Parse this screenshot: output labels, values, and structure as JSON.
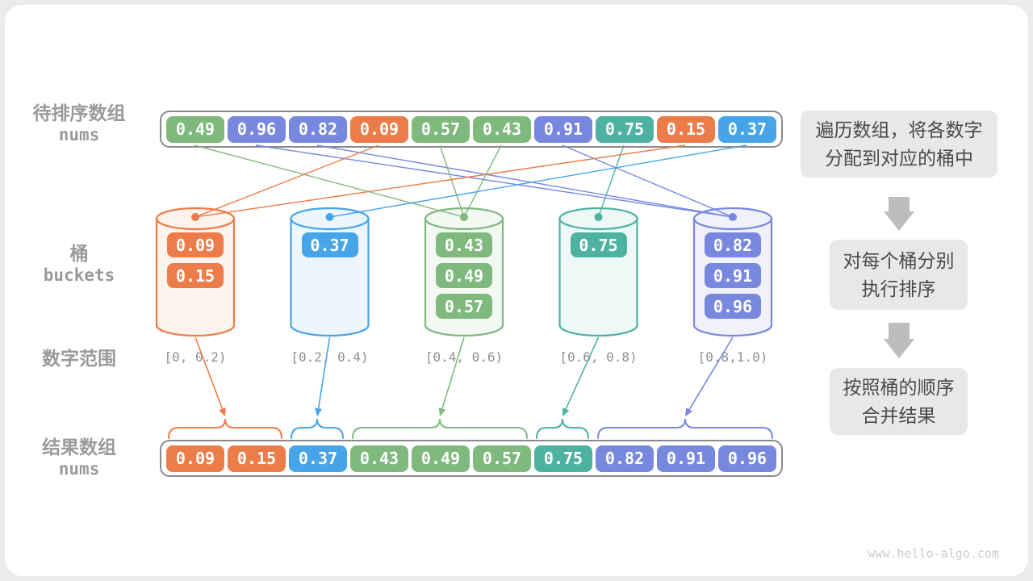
{
  "palette": {
    "green": "#7FB97E",
    "indigo": "#7888DF",
    "orange": "#EC7C49",
    "teal": "#4EB2A2",
    "blue": "#45A5E8",
    "label_gray": "#9A9A9A",
    "range_gray": "#8F8F8F",
    "frame_border": "#8A8A8A",
    "flow_box_bg": "#E8E8E8",
    "flow_text": "#4A4A4A",
    "flow_arrow_gray": "#BDBDBD",
    "watermark_gray": "#CBCBCB"
  },
  "labels": {
    "top_array_line1": "待排序数组",
    "top_array_line2": "nums",
    "buckets_line1": "桶",
    "buckets_line2": "buckets",
    "ranges_label": "数字范围",
    "result_line1": "结果数组",
    "result_line2": "nums"
  },
  "top_array": {
    "cells": [
      {
        "value": "0.49",
        "color": "green",
        "bucket": 2
      },
      {
        "value": "0.96",
        "color": "indigo",
        "bucket": 4
      },
      {
        "value": "0.82",
        "color": "indigo",
        "bucket": 4
      },
      {
        "value": "0.09",
        "color": "orange",
        "bucket": 0
      },
      {
        "value": "0.57",
        "color": "green",
        "bucket": 2
      },
      {
        "value": "0.43",
        "color": "green",
        "bucket": 2
      },
      {
        "value": "0.91",
        "color": "indigo",
        "bucket": 4
      },
      {
        "value": "0.75",
        "color": "teal",
        "bucket": 3
      },
      {
        "value": "0.15",
        "color": "orange",
        "bucket": 0
      },
      {
        "value": "0.37",
        "color": "blue",
        "bucket": 1
      }
    ]
  },
  "buckets": [
    {
      "color": "orange",
      "range": "[0, 0.2)",
      "values": [
        "0.09",
        "0.15"
      ]
    },
    {
      "color": "blue",
      "range": "[0.2, 0.4)",
      "values": [
        "0.37"
      ]
    },
    {
      "color": "green",
      "range": "[0.4, 0.6)",
      "values": [
        "0.43",
        "0.49",
        "0.57"
      ]
    },
    {
      "color": "teal",
      "range": "[0.6, 0.8)",
      "values": [
        "0.75"
      ]
    },
    {
      "color": "indigo",
      "range": "[0.8,1.0)",
      "values": [
        "0.82",
        "0.91",
        "0.96"
      ]
    }
  ],
  "result_array": {
    "cells": [
      {
        "value": "0.09",
        "color": "orange"
      },
      {
        "value": "0.15",
        "color": "orange"
      },
      {
        "value": "0.37",
        "color": "blue"
      },
      {
        "value": "0.43",
        "color": "green"
      },
      {
        "value": "0.49",
        "color": "green"
      },
      {
        "value": "0.57",
        "color": "green"
      },
      {
        "value": "0.75",
        "color": "teal"
      },
      {
        "value": "0.82",
        "color": "indigo"
      },
      {
        "value": "0.91",
        "color": "indigo"
      },
      {
        "value": "0.96",
        "color": "indigo"
      }
    ],
    "groups": [
      {
        "color": "orange",
        "from": 0,
        "to": 1
      },
      {
        "color": "blue",
        "from": 2,
        "to": 2
      },
      {
        "color": "green",
        "from": 3,
        "to": 5
      },
      {
        "color": "teal",
        "from": 6,
        "to": 6
      },
      {
        "color": "indigo",
        "from": 7,
        "to": 9
      }
    ]
  },
  "flow": {
    "steps": [
      {
        "line1": "遍历数组，将各数字",
        "line2": "分配到对应的桶中"
      },
      {
        "line1": "对每个桶分别",
        "line2": "执行排序"
      },
      {
        "line1": "按照桶的顺序",
        "line2": "合并结果"
      }
    ]
  },
  "icons": {
    "flow_arrow": "down-block-arrow",
    "bucket_shape": "cylinder"
  },
  "watermark": "www.hello-algo.com"
}
